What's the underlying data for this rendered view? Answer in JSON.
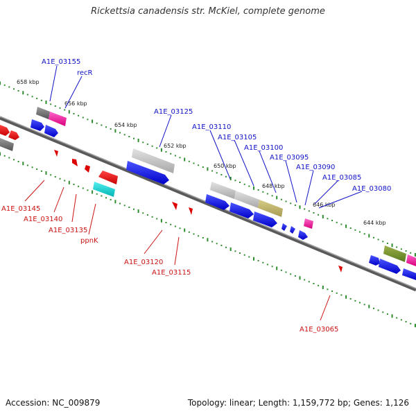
{
  "title": "Rickettsia canadensis str. McKiel, complete genome",
  "footer": {
    "accession": "Accession: NC_009879",
    "stats": "Topology: linear; Length: 1,159,772 bp; Genes: 1,126"
  },
  "colors": {
    "backbone": "#8a8a8a",
    "tick_dots": "#2e8b2e",
    "forward_label": "#1010c8",
    "reverse_label": "#cc1111",
    "scale_label": "#222222"
  },
  "scale_labels": [
    "658 kbp",
    "656 kbp",
    "654 kbp",
    "652 kbp",
    "650 kbp",
    "648 kbp",
    "646 kbp",
    "644 kbp"
  ],
  "forward_genes": [
    "A1E_03155",
    "recR",
    "A1E_03125",
    "A1E_03110",
    "A1E_03105",
    "A1E_03100",
    "A1E_03095",
    "A1E_03090",
    "A1E_03085",
    "A1E_03080"
  ],
  "reverse_genes": [
    "A1E_03145",
    "A1E_03140",
    "A1E_03135",
    "ppnK",
    "A1E_03120",
    "A1E_03115",
    "A1E_03065"
  ]
}
